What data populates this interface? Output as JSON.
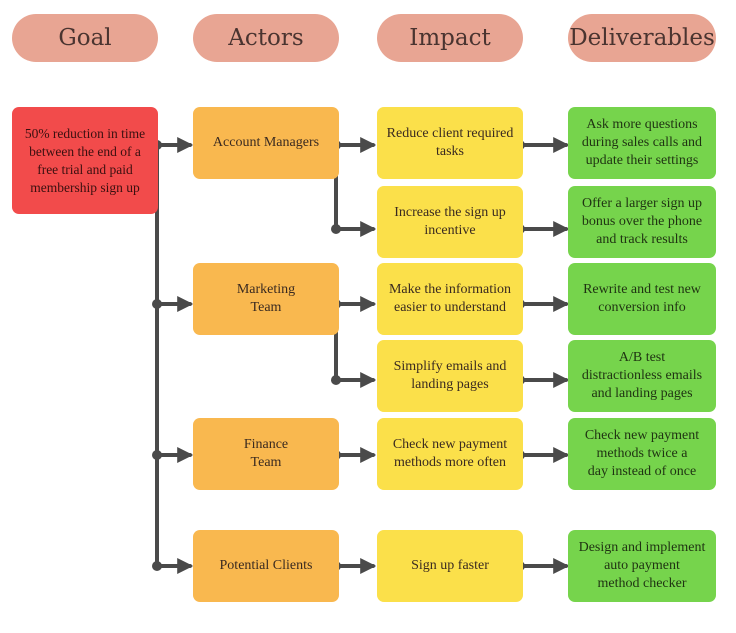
{
  "headers": {
    "goal": "Goal",
    "actors": "Actors",
    "impact": "Impact",
    "deliverables": "Deliverables"
  },
  "goal": "50% reduction in time\nbetween the end of a\nfree trial and paid\nmembership sign up",
  "actors": [
    "Account Managers",
    "Marketing\nTeam",
    "Finance\nTeam",
    "Potential Clients"
  ],
  "impacts": [
    "Reduce client required\ntasks",
    "Increase the sign up\nincentive",
    "Make the information\neasier to understand",
    "Simplify emails and\nlanding pages",
    "Check new payment\nmethods more often",
    "Sign up faster"
  ],
  "deliverables": [
    "Ask more questions\nduring sales calls and\nupdate their settings",
    "Offer a larger sign up\nbonus over the phone\nand track results",
    "Rewrite and test new\nconversion info",
    "A/B test\ndistractionless emails\nand landing pages",
    "Check new payment\nmethods twice a\nday instead of once",
    "Design and implement\nauto payment\nmethod checker"
  ],
  "colors": {
    "header": "#e8a593",
    "goal": "#f24b4b",
    "actor": "#f9b84f",
    "impact": "#fbe04a",
    "deliverable": "#76d44c",
    "connector": "#4a4a4a"
  }
}
